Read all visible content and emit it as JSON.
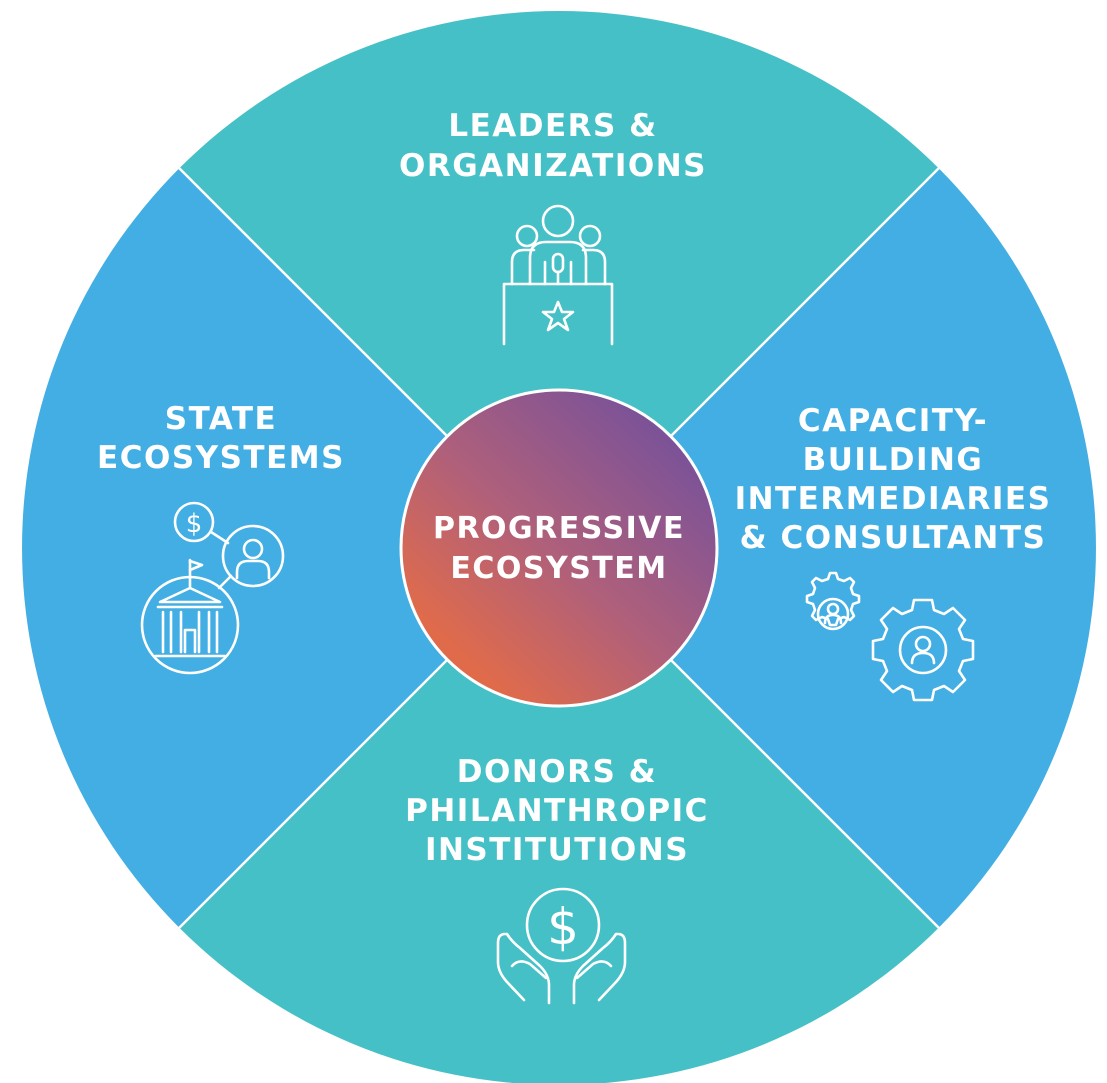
{
  "center": {
    "line1": "PROGRESSIVE",
    "line2": "ECOSYSTEM"
  },
  "segments": {
    "top": {
      "lines": [
        "LEADERS &",
        "ORGANIZATIONS"
      ],
      "icon": "leaders-podium-icon"
    },
    "right": {
      "lines": [
        "CAPACITY-",
        "BUILDING",
        "INTERMEDIARIES",
        "& CONSULTANTS"
      ],
      "icon": "gears-people-icon"
    },
    "bottom": {
      "lines": [
        "DONORS &",
        "PHILANTHROPIC",
        "INSTITUTIONS"
      ],
      "icon": "hands-dollar-icon"
    },
    "left": {
      "lines": [
        "STATE",
        "ECOSYSTEMS"
      ],
      "icon": "capitol-network-icon"
    }
  },
  "colors": {
    "teal": "#45C0C6",
    "blue": "#42AEE3",
    "divider": "#ffffff",
    "center_gradient_start": "#E06B4B",
    "center_gradient_end": "#7B5298"
  }
}
